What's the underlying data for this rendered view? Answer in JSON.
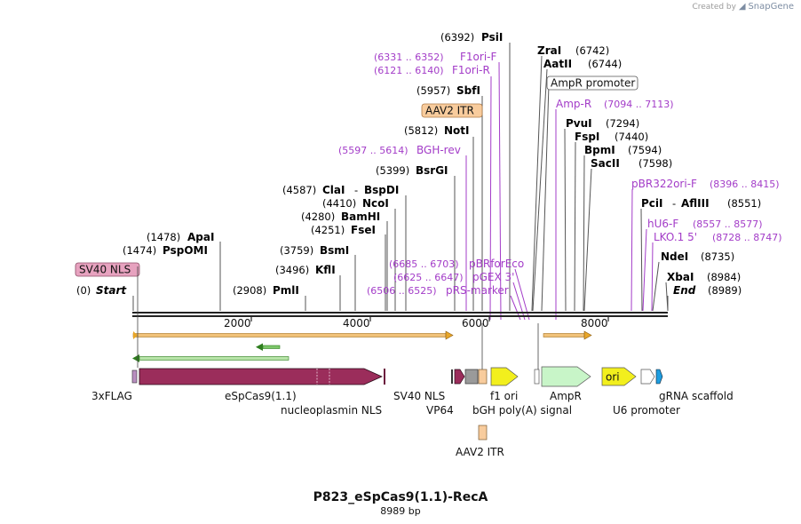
{
  "watermark": {
    "prefix": "Created by",
    "brand": "SnapGene"
  },
  "map": {
    "title": "P823_eSpCas9(1.1)-RecA",
    "length_label": "8989 bp",
    "total_bp": 8989,
    "ticks": [
      "2000",
      "4000",
      "6000",
      "8000"
    ]
  },
  "sites": [
    {
      "pos": "(6392)",
      "name": "PsiI"
    },
    {
      "pos": "(5957)",
      "name": "SbfI"
    },
    {
      "pos": "(5812)",
      "name": "NotI"
    },
    {
      "pos": "(5399)",
      "name": "BsrGI"
    },
    {
      "pos": "(4587)",
      "name": "ClaI",
      "name2": "BspDI"
    },
    {
      "pos": "(4410)",
      "name": "NcoI"
    },
    {
      "pos": "(4280)",
      "name": "BamHI"
    },
    {
      "pos": "(4251)",
      "name": "FseI"
    },
    {
      "pos": "(3759)",
      "name": "BsmI"
    },
    {
      "pos": "(3496)",
      "name": "KflI"
    },
    {
      "pos": "(2908)",
      "name": "PmlI"
    },
    {
      "pos": "(1478)",
      "name": "ApaI"
    },
    {
      "pos": "(1474)",
      "name": "PspOMI"
    },
    {
      "pos": "(0)",
      "name": "Start"
    },
    {
      "name": "ZraI",
      "pos": "(6742)"
    },
    {
      "name": "AatII",
      "pos": "(6744)"
    },
    {
      "name": "PvuI",
      "pos": "(7294)"
    },
    {
      "name": "FspI",
      "pos": "(7440)"
    },
    {
      "name": "BpmI",
      "pos": "(7594)"
    },
    {
      "name": "SacII",
      "pos": "(7598)"
    },
    {
      "name": "PciI",
      "name2": "AflIII",
      "pos": "(8551)"
    },
    {
      "name": "NdeI",
      "pos": "(8735)"
    },
    {
      "name": "XbaI",
      "pos": "(8984)"
    },
    {
      "name": "End",
      "pos": "(8989)"
    }
  ],
  "primers": [
    {
      "range": "(6331 .. 6352)",
      "name": "F1ori-F"
    },
    {
      "range": "(6121 .. 6140)",
      "name": "F1ori-R"
    },
    {
      "range": "(5597 .. 5614)",
      "name": "BGH-rev"
    },
    {
      "range": "(6685 .. 6703)",
      "name": "pBRforEco"
    },
    {
      "range": "(6625 .. 6647)",
      "name": "pGEX 3'"
    },
    {
      "range": "(6506 .. 6525)",
      "name": "pRS-marker"
    },
    {
      "name": "Amp-R",
      "range": "(7094 .. 7113)"
    },
    {
      "name": "pBR322ori-F",
      "range": "(8396 .. 8415)"
    },
    {
      "name": "hU6-F",
      "range": "(8557 .. 8577)"
    },
    {
      "name": "LKO.1 5'",
      "range": "(8728 .. 8747)"
    }
  ],
  "boxed_labels": {
    "sv40_nls": "SV40 NLS",
    "aav2_itr": "AAV2 ITR",
    "ampr_promoter": "AmpR promoter"
  },
  "features": {
    "flag": "3xFLAG",
    "cas9": "eSpCas9(1.1)",
    "nucleoplasmin": "nucleoplasmin NLS",
    "sv40nls": "SV40 NLS",
    "vp64": "VP64",
    "bgh": "bGH poly(A) signal",
    "f1ori": "f1 ori",
    "ampr": "AmpR",
    "ori": "ori",
    "u6": "U6 promoter",
    "grna": "gRNA scaffold",
    "aav2_itr_bottom": "AAV2 ITR"
  },
  "colors": {
    "cas9": "#9b2d5b",
    "orf_arrow": "#e8a628",
    "orf_green": "#2e7d1e",
    "primer": "#a33cc8",
    "f1ori": "#f2ef1d",
    "ampr": "#c8f5c8",
    "itr": "#f8cc9d",
    "sv40_box": "#e7a2bf"
  }
}
